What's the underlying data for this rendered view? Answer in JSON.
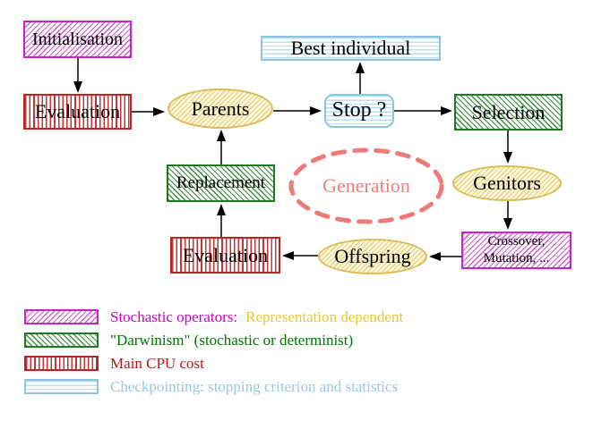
{
  "nodes": {
    "initialisation": "Initialisation",
    "evaluation_top": "Evaluation",
    "parents": "Parents",
    "best_individual": "Best individual",
    "stop": "Stop ?",
    "selection": "Selection",
    "replacement": "Replacement",
    "generation": "Generation",
    "genitors": "Genitors",
    "evaluation_bottom": "Evaluation",
    "offspring": "Offspring",
    "crossover_line1": "Crossover,",
    "crossover_line2": "Mutation, ..."
  },
  "legend": {
    "rows": [
      {
        "pattern": "magenta-diagonal-hatch",
        "primary": "Stochastic operators:",
        "secondary": "Representation dependent"
      },
      {
        "pattern": "green-diagonal-hatch",
        "primary": "\"Darwinism\" (stochastic or determinist)"
      },
      {
        "pattern": "red-vertical-stripes",
        "primary": "Main CPU cost"
      },
      {
        "pattern": "cyan-horizontal-stripes",
        "primary": "Checkpointing: stopping criterion and statistics"
      }
    ]
  },
  "colors": {
    "magenta_border": "#cc22cc",
    "green_border": "#1e7a1e",
    "red_border": "#bb2424",
    "cyan_border": "#8ac6dc",
    "gold_border": "#d9bd55",
    "gold_fill": "#fdf7d9",
    "salmon_dashed": "#ee7a7a",
    "legend_magenta_text": "#cc00cc",
    "legend_yellow_text": "#eec832",
    "legend_green_text": "#007700",
    "legend_red_text": "#cc1111",
    "legend_cyan_text": "#9cc8e6",
    "arrow": "#000000"
  }
}
